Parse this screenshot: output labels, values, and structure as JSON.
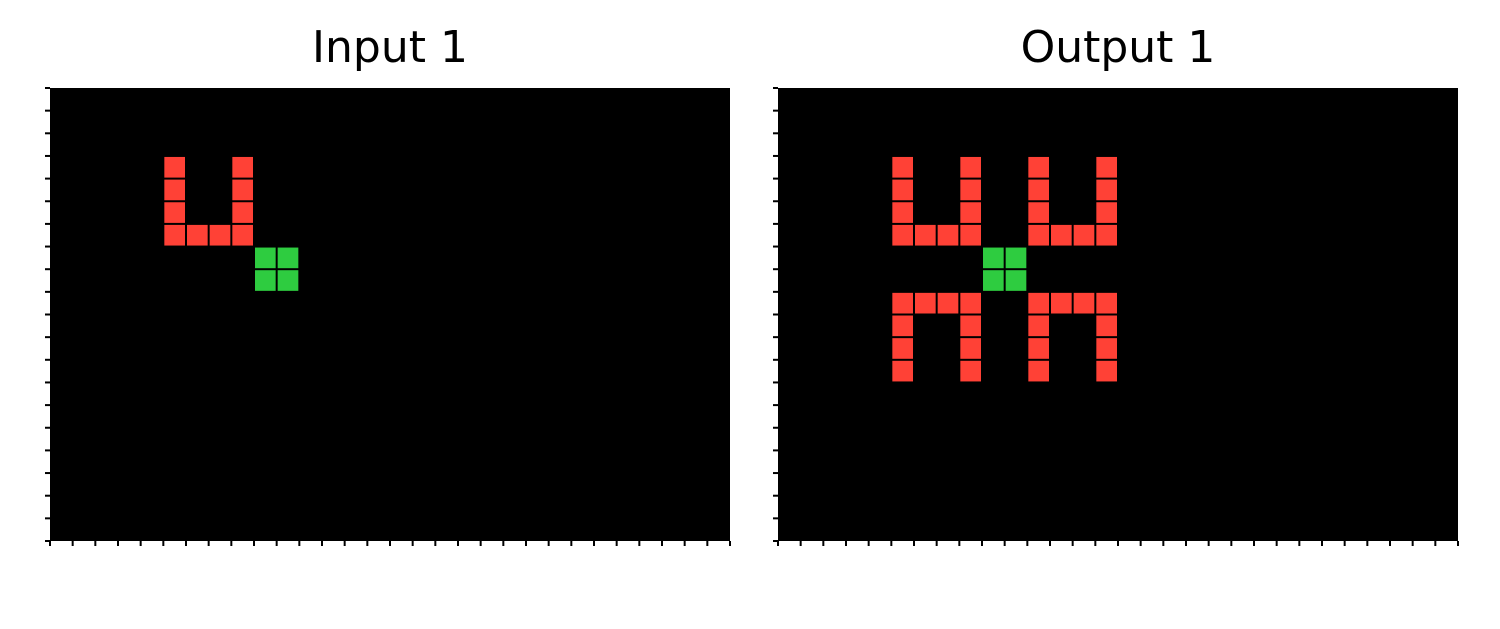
{
  "colors": {
    "background": "#000000",
    "red": "#ff4136",
    "green": "#2ecc40",
    "cell_border": "#000000",
    "ticks": "#000000"
  },
  "grid": {
    "rows": 20,
    "cols": 30
  },
  "panels": [
    {
      "title": "Input 1",
      "cells": [
        {
          "r": 3,
          "c": 5,
          "color": "red"
        },
        {
          "r": 3,
          "c": 8,
          "color": "red"
        },
        {
          "r": 4,
          "c": 5,
          "color": "red"
        },
        {
          "r": 4,
          "c": 8,
          "color": "red"
        },
        {
          "r": 5,
          "c": 5,
          "color": "red"
        },
        {
          "r": 5,
          "c": 8,
          "color": "red"
        },
        {
          "r": 6,
          "c": 5,
          "color": "red"
        },
        {
          "r": 6,
          "c": 6,
          "color": "red"
        },
        {
          "r": 6,
          "c": 7,
          "color": "red"
        },
        {
          "r": 6,
          "c": 8,
          "color": "red"
        },
        {
          "r": 7,
          "c": 9,
          "color": "green"
        },
        {
          "r": 7,
          "c": 10,
          "color": "green"
        },
        {
          "r": 8,
          "c": 9,
          "color": "green"
        },
        {
          "r": 8,
          "c": 10,
          "color": "green"
        }
      ]
    },
    {
      "title": "Output 1",
      "cells": [
        {
          "r": 3,
          "c": 5,
          "color": "red"
        },
        {
          "r": 3,
          "c": 8,
          "color": "red"
        },
        {
          "r": 3,
          "c": 11,
          "color": "red"
        },
        {
          "r": 3,
          "c": 14,
          "color": "red"
        },
        {
          "r": 4,
          "c": 5,
          "color": "red"
        },
        {
          "r": 4,
          "c": 8,
          "color": "red"
        },
        {
          "r": 4,
          "c": 11,
          "color": "red"
        },
        {
          "r": 4,
          "c": 14,
          "color": "red"
        },
        {
          "r": 5,
          "c": 5,
          "color": "red"
        },
        {
          "r": 5,
          "c": 8,
          "color": "red"
        },
        {
          "r": 5,
          "c": 11,
          "color": "red"
        },
        {
          "r": 5,
          "c": 14,
          "color": "red"
        },
        {
          "r": 6,
          "c": 5,
          "color": "red"
        },
        {
          "r": 6,
          "c": 6,
          "color": "red"
        },
        {
          "r": 6,
          "c": 7,
          "color": "red"
        },
        {
          "r": 6,
          "c": 8,
          "color": "red"
        },
        {
          "r": 6,
          "c": 11,
          "color": "red"
        },
        {
          "r": 6,
          "c": 12,
          "color": "red"
        },
        {
          "r": 6,
          "c": 13,
          "color": "red"
        },
        {
          "r": 6,
          "c": 14,
          "color": "red"
        },
        {
          "r": 7,
          "c": 9,
          "color": "green"
        },
        {
          "r": 7,
          "c": 10,
          "color": "green"
        },
        {
          "r": 8,
          "c": 9,
          "color": "green"
        },
        {
          "r": 8,
          "c": 10,
          "color": "green"
        },
        {
          "r": 9,
          "c": 5,
          "color": "red"
        },
        {
          "r": 9,
          "c": 6,
          "color": "red"
        },
        {
          "r": 9,
          "c": 7,
          "color": "red"
        },
        {
          "r": 9,
          "c": 8,
          "color": "red"
        },
        {
          "r": 9,
          "c": 11,
          "color": "red"
        },
        {
          "r": 9,
          "c": 12,
          "color": "red"
        },
        {
          "r": 9,
          "c": 13,
          "color": "red"
        },
        {
          "r": 9,
          "c": 14,
          "color": "red"
        },
        {
          "r": 10,
          "c": 5,
          "color": "red"
        },
        {
          "r": 10,
          "c": 8,
          "color": "red"
        },
        {
          "r": 10,
          "c": 11,
          "color": "red"
        },
        {
          "r": 10,
          "c": 14,
          "color": "red"
        },
        {
          "r": 11,
          "c": 5,
          "color": "red"
        },
        {
          "r": 11,
          "c": 8,
          "color": "red"
        },
        {
          "r": 11,
          "c": 11,
          "color": "red"
        },
        {
          "r": 11,
          "c": 14,
          "color": "red"
        },
        {
          "r": 12,
          "c": 5,
          "color": "red"
        },
        {
          "r": 12,
          "c": 8,
          "color": "red"
        },
        {
          "r": 12,
          "c": 11,
          "color": "red"
        },
        {
          "r": 12,
          "c": 14,
          "color": "red"
        }
      ]
    }
  ]
}
